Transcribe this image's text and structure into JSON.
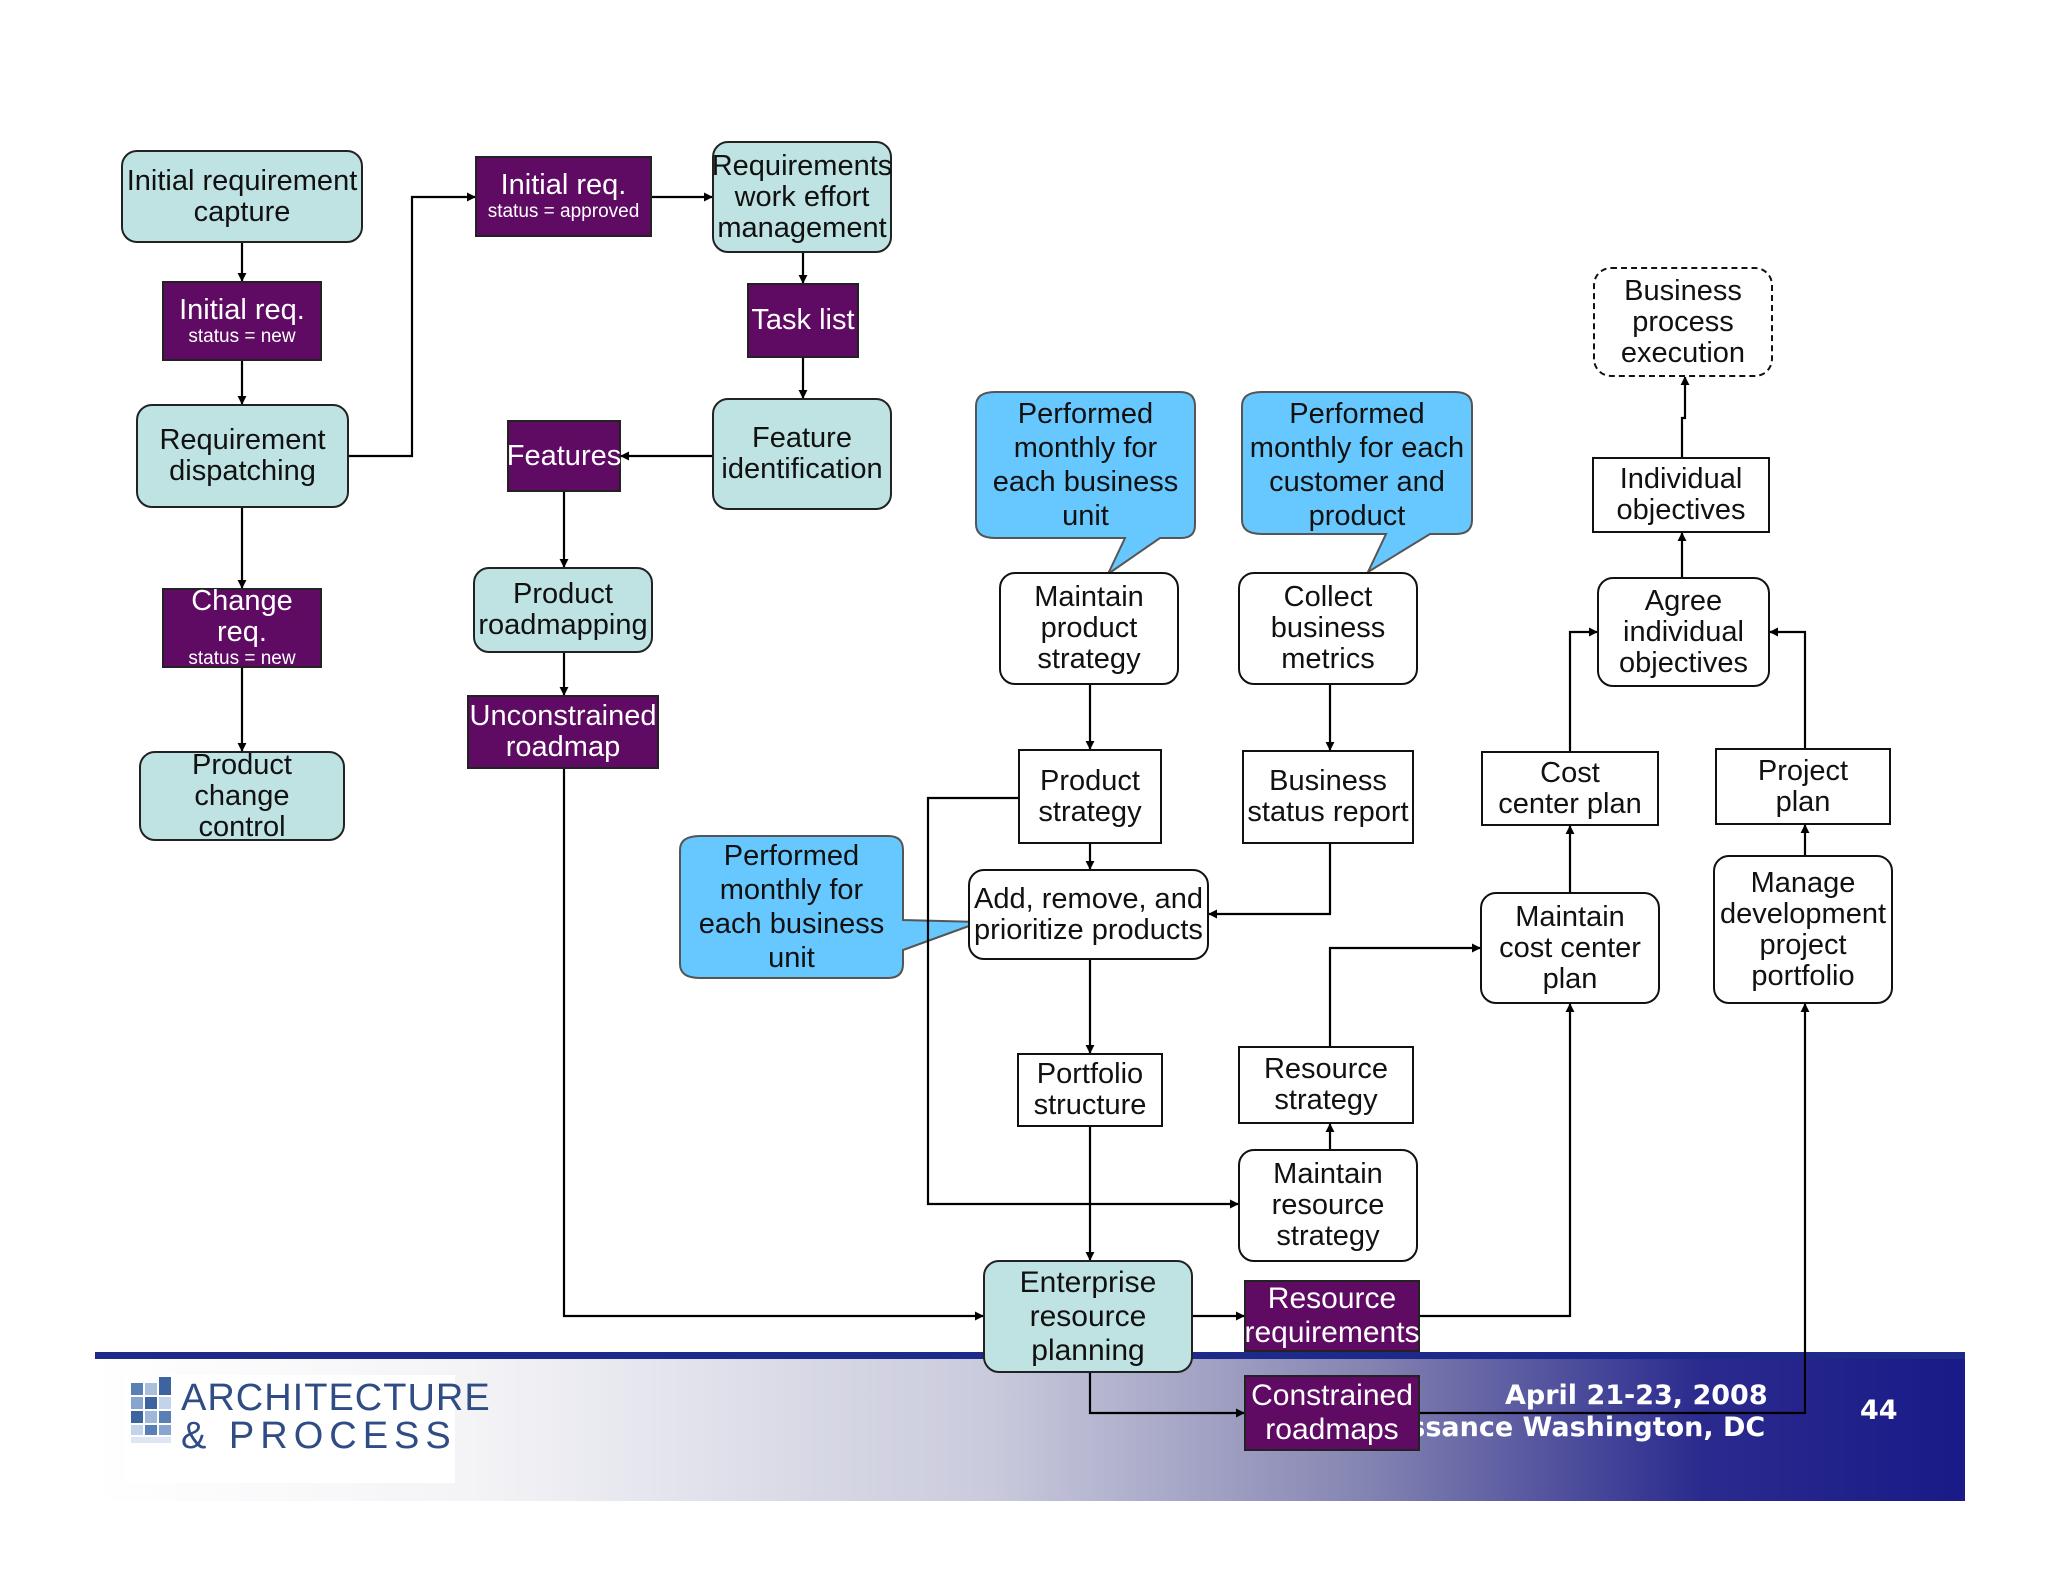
{
  "nodes": {
    "initial_requirement_capture": "Initial requirement\ncapture",
    "initial_req_new": {
      "main": "Initial req.",
      "sub": "status = new"
    },
    "requirement_dispatching": "Requirement\ndispatching",
    "change_req_new": {
      "main": "Change req.",
      "sub": "status = new"
    },
    "product_change_control": "Product change\ncontrol",
    "initial_req_approved": {
      "main": "Initial req.",
      "sub": "status = approved"
    },
    "requirements_work_effort": "Requirements\nwork effort\nmanagement",
    "task_list": "Task list",
    "feature_identification": "Feature\nidentification",
    "features": "Features",
    "product_roadmapping": "Product\nroadmapping",
    "unconstrained_roadmap": "Unconstrained\nroadmap",
    "performed_monthly_bu_1": "Performed\nmonthly for\neach business\nunit",
    "performed_monthly_customer": "Performed\nmonthly for each\ncustomer and\nproduct",
    "performed_monthly_bu_2": "Performed\nmonthly for\neach business\nunit",
    "maintain_product_strategy": "Maintain\nproduct\nstrategy",
    "collect_business_metrics": "Collect\nbusiness\nmetrics",
    "product_strategy": "Product\nstrategy",
    "business_status_report": "Business\nstatus report",
    "add_remove_prioritize": "Add, remove, and\nprioritize products",
    "portfolio_structure": "Portfolio\nstructure",
    "resource_strategy": "Resource\nstrategy",
    "maintain_resource_strategy": "Maintain\nresource\nstrategy",
    "enterprise_resource_planning": "Enterprise\nresource\nplanning",
    "resource_requirements": "Resource\nrequirements",
    "constrained_roadmaps": "Constrained\nroadmaps",
    "business_process_execution": "Business\nprocess\nexecution",
    "individual_objectives": "Individual\nobjectives",
    "agree_individual_objectives": "Agree\nindividual\nobjectives",
    "cost_center_plan": "Cost\ncenter plan",
    "project_plan": "Project\nplan",
    "maintain_cost_center_plan": "Maintain\ncost center\nplan",
    "manage_development_portfolio": "Manage\ndevelopment\nproject\nportfolio"
  },
  "footer": {
    "logo_line1": "ARCHITECTURE",
    "logo_line2": "& PROCESS",
    "date": "April 21-23, 2008",
    "venue": "issance Washington, DC",
    "page_number": "44"
  },
  "colors": {
    "teal_fill": "#bfe3e3",
    "purple_fill": "#5f0a63",
    "bubble_fill": "#66c8ff",
    "band_dark": "#1a1a88"
  }
}
